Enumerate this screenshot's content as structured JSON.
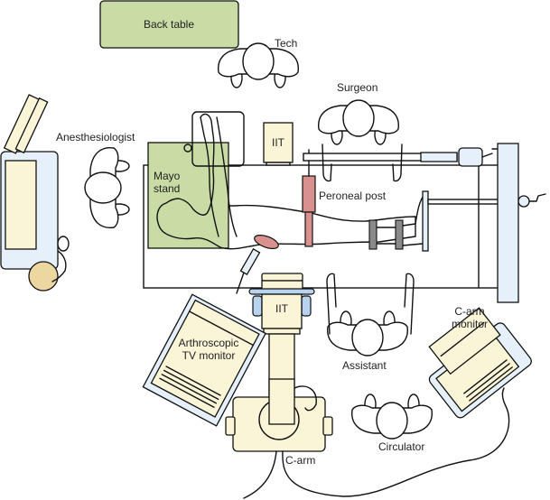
{
  "title": "Operating room setup for arthroscopic procedure with C-arm",
  "labels": {
    "back_table": "Back table",
    "tech": "Tech",
    "surgeon": "Surgeon",
    "anesthesiologist": "Anesthesiologist",
    "iit_top": "IIT",
    "mayo_line1": "Mayo",
    "mayo_line2": "stand",
    "peroneal_post": "Peroneal post",
    "iit_carm": "IIT",
    "arthro_line1": "Arthroscopic",
    "arthro_line2": "TV monitor",
    "assistant": "Assistant",
    "carm_monitor_line1": "C-arm",
    "carm_monitor_line2": "monitor",
    "circulator": "Circulator",
    "carm": "C-arm"
  },
  "colors": {
    "green": "#c9dca6",
    "cream": "#fbf5d8",
    "light_blue": "#e6f0fb",
    "pink": "#d9918e",
    "gray": "#8a8a8a",
    "tan": "#ecd7a0"
  }
}
